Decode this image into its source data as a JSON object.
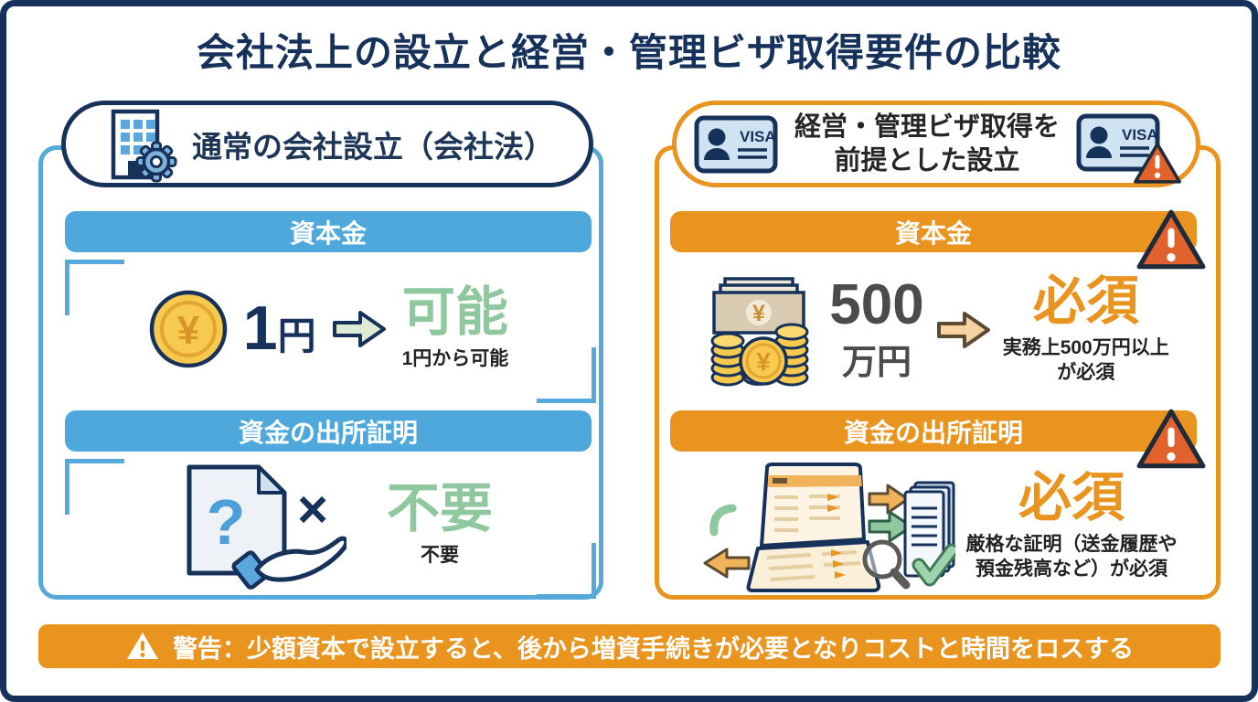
{
  "title": "会社法上の設立と経営・管理ビザ取得要件の比較",
  "glyphs": {
    "yen": "¥",
    "visa": "VISA",
    "cross": "×",
    "question": "?"
  },
  "left_panel": {
    "header": "通常の会社設立（会社法）",
    "capital": {
      "bar": "資本金",
      "amount": "1",
      "unit": "円",
      "result": "可能",
      "note": "1円から可能"
    },
    "proof": {
      "bar": "資金の出所証明",
      "result": "不要",
      "note": "不要"
    }
  },
  "right_panel": {
    "header_line1": "経営・管理ビザ取得を",
    "header_line2": "前提とした設立",
    "capital": {
      "bar": "資本金",
      "amount": "500",
      "unit": "万円",
      "result": "必須",
      "note_line1": "実務上500万円以上",
      "note_line2": "が必須"
    },
    "proof": {
      "bar": "資金の出所証明",
      "result": "必須",
      "note_line1": "厳格な証明（送金履歴や",
      "note_line2": "預金残高など）が必須"
    }
  },
  "warning_bar": {
    "text": "警告：少額資本で設立すると、後から増資手続きが必要となりコストと時間をロスする"
  },
  "colors": {
    "navy": "#16325a",
    "blue": "#4fa8dc",
    "orange": "#e8941e",
    "alert_orange": "#e2622e",
    "green": "#8fc79f"
  }
}
